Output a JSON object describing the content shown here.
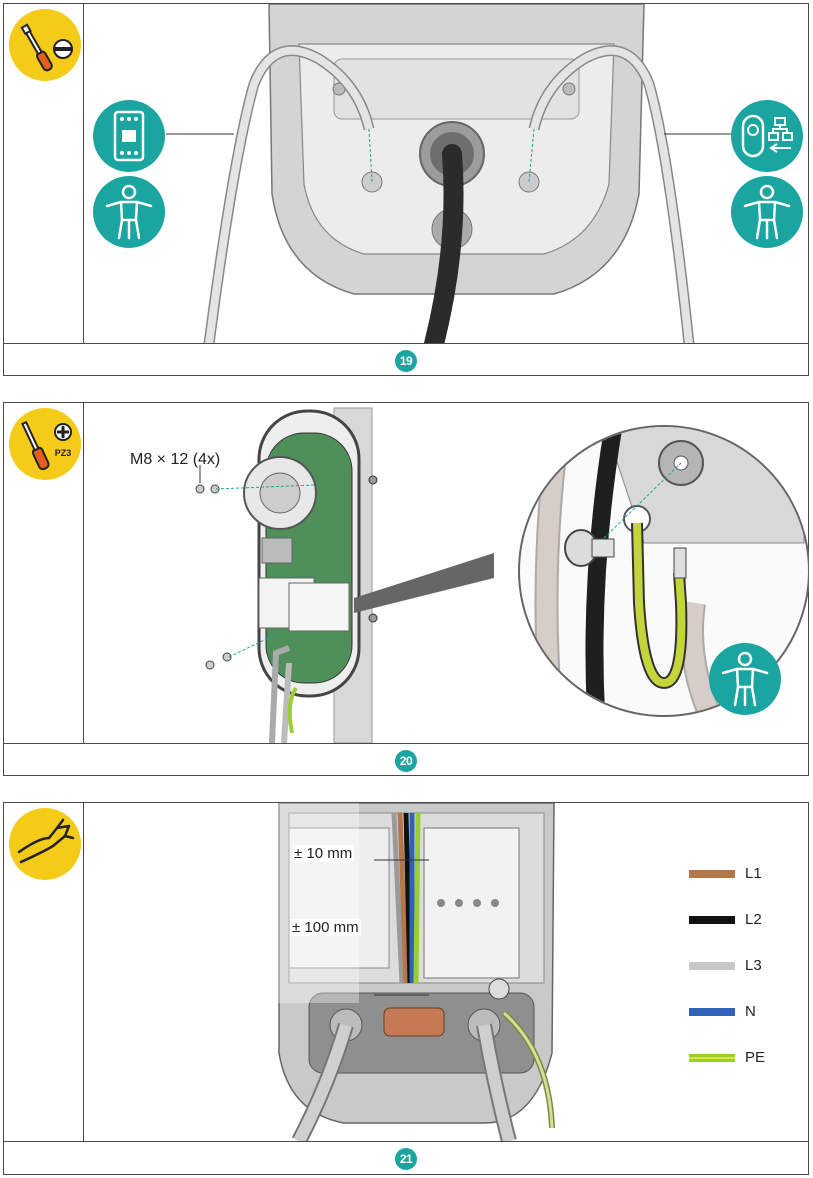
{
  "steps": [
    {
      "number": "19"
    },
    {
      "number": "20",
      "screw_label": "M8 × 12 (4x)",
      "tool_badge_text": "PZ3"
    },
    {
      "number": "21",
      "measurements": [
        "± 10 mm",
        "± 100 mm"
      ],
      "legend": [
        {
          "label": "L1",
          "color": "#b5764a"
        },
        {
          "label": "L2",
          "color": "#111111"
        },
        {
          "label": "L3",
          "color": "#c8c8c8"
        },
        {
          "label": "N",
          "color": "#2f62b8"
        },
        {
          "label": "PE",
          "color": "#9acd32"
        }
      ]
    }
  ],
  "colors": {
    "teal": "#1aa5a0",
    "yellow": "#f5cb1a",
    "border": "#4a4a4a"
  },
  "icons": [
    "flathead-screwdriver-icon",
    "surge-protector-icon",
    "installer-person-icon",
    "load-balancing-icon",
    "phillips-screwdriver-icon",
    "wire-stripper-icon"
  ]
}
